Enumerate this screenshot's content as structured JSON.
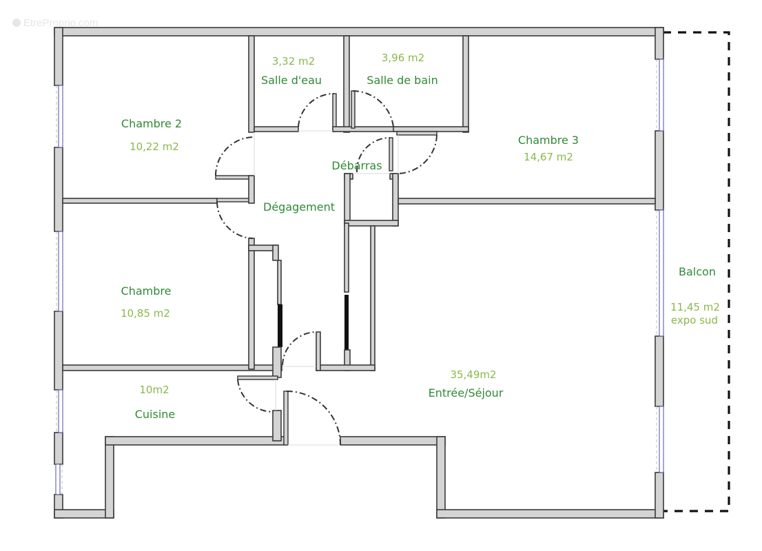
{
  "watermark": {
    "text": "EtreProprio.com",
    "icon": "logo-circle-icon"
  },
  "rooms": {
    "chambre2": {
      "name": "Chambre 2",
      "area": "10,22 m2"
    },
    "salle_eau": {
      "name": "Salle d'eau",
      "area": "3,32 m2"
    },
    "salle_bain": {
      "name": "Salle de bain",
      "area": "3,96 m2"
    },
    "chambre3": {
      "name": "Chambre 3",
      "area": "14,67 m2"
    },
    "debarras": {
      "name": "Débarras"
    },
    "degagement": {
      "name": "Dégagement"
    },
    "chambre": {
      "name": "Chambre",
      "area": "10,85 m2"
    },
    "cuisine": {
      "name": "Cuisine",
      "area": "10m2"
    },
    "sejour": {
      "name": "Entrée/Séjour",
      "area": "35,49m2"
    },
    "balcon": {
      "name": "Balcon",
      "area": "11,45 m2",
      "note": "expo sud"
    }
  },
  "colors": {
    "room_name": "#2f8a35",
    "room_area": "#8ab84a",
    "wall_fill": "#d4d4d4",
    "wall_stroke": "#3a3a3a",
    "window": "#6b6bb0"
  }
}
